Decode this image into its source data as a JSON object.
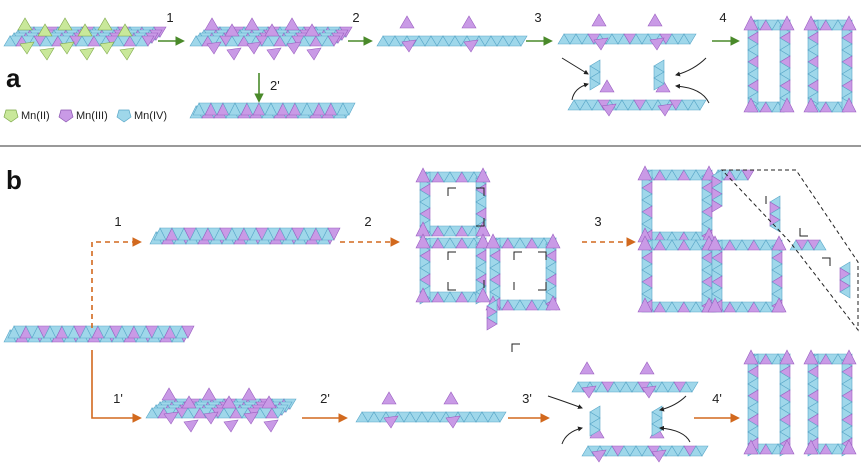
{
  "panels": {
    "a": {
      "label": "a",
      "steps": [
        "1",
        "2",
        "2'",
        "3",
        "4"
      ],
      "legend": [
        {
          "label": "Mn(II)",
          "color": "#c9e89a"
        },
        {
          "label": "Mn(III)",
          "color": "#c99ae6"
        },
        {
          "label": "Mn(IV)",
          "color": "#9fd7ea"
        }
      ]
    },
    "b": {
      "label": "b",
      "steps": [
        "1",
        "2",
        "3",
        "1'",
        "2'",
        "3'",
        "4'"
      ]
    }
  },
  "colors": {
    "mn2": "#c9e89a",
    "mn3": "#c99ae6",
    "mn4": "#9fd7ea",
    "edge_blue": "#5aa7c8",
    "edge_purple": "#9a5ec0",
    "arrow_a": "#4a8a2a",
    "arrow_b": "#d2691e"
  }
}
